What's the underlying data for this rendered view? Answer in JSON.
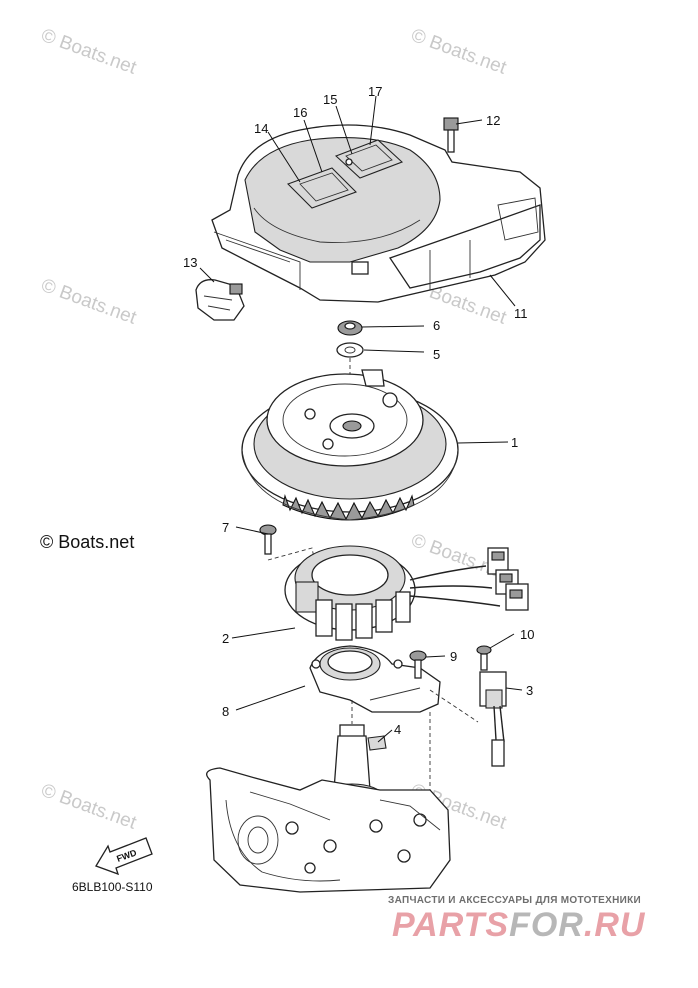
{
  "diagram": {
    "code": "6BLB100-S110",
    "fwd_label": "FWD",
    "copyright": "© Boats.net",
    "watermark": "© Boats.net",
    "callouts": [
      "1",
      "2",
      "3",
      "4",
      "5",
      "6",
      "7",
      "8",
      "9",
      "10",
      "11",
      "12",
      "13",
      "14",
      "15",
      "16",
      "17"
    ]
  },
  "brand": {
    "subtitle": "ЗАПЧАСТИ И АКСЕССУАРЫ ДЛЯ МОТОТЕХНИКИ",
    "name_part1": "PARTS",
    "name_part2": "FOR",
    "name_part3": ".RU"
  }
}
